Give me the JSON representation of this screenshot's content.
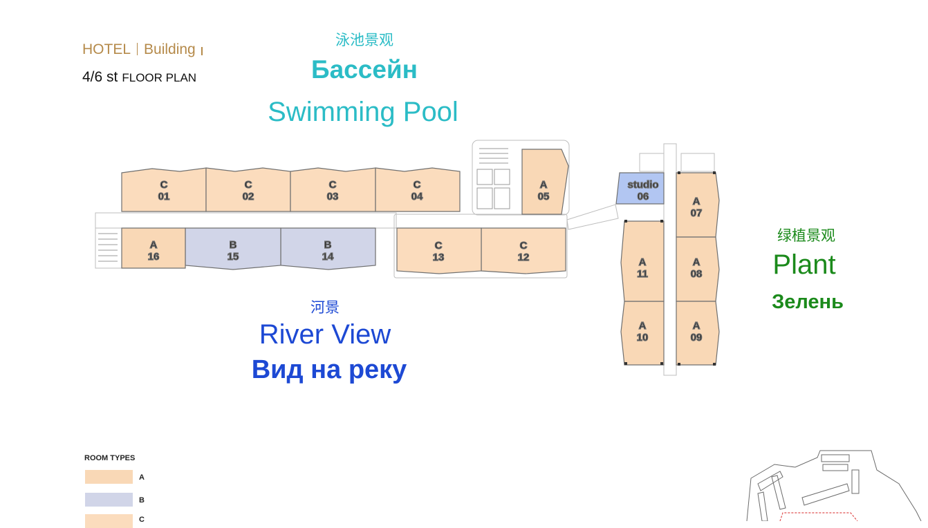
{
  "header": {
    "hotel": "HOTEL",
    "building": "Building",
    "floor_number": "4/6 st",
    "floor_plan": "FLOOR PLAN"
  },
  "views": {
    "pool": {
      "cn": "泳池景观",
      "ru": "Бассейн",
      "en": "Swimming Pool",
      "color": "#2bbcc6"
    },
    "river": {
      "cn": "河景",
      "en": "River View",
      "ru": "Вид на реку",
      "color": "#1d49d4"
    },
    "plant": {
      "cn": "绿植景观",
      "en": "Plant",
      "ru": "Зелень",
      "color": "#1b8a1b"
    }
  },
  "colors": {
    "type_A": "#f9d8b6",
    "type_B": "#d1d5e8",
    "type_C": "#fbdcbd",
    "studio": "#b2c6f2",
    "wall": "#7a7a7a"
  },
  "units": [
    {
      "type": "C",
      "number": "01"
    },
    {
      "type": "C",
      "number": "02"
    },
    {
      "type": "C",
      "number": "03"
    },
    {
      "type": "C",
      "number": "04"
    },
    {
      "type": "A",
      "number": "05"
    },
    {
      "type": "studio",
      "number": "06"
    },
    {
      "type": "A",
      "number": "07"
    },
    {
      "type": "A",
      "number": "08"
    },
    {
      "type": "A",
      "number": "09"
    },
    {
      "type": "A",
      "number": "10"
    },
    {
      "type": "A",
      "number": "11"
    },
    {
      "type": "C",
      "number": "12"
    },
    {
      "type": "C",
      "number": "13"
    },
    {
      "type": "B",
      "number": "14"
    },
    {
      "type": "B",
      "number": "15"
    },
    {
      "type": "A",
      "number": "16"
    }
  ],
  "legend": {
    "title": "ROOM TYPES",
    "items": [
      {
        "label": "A",
        "color": "#f9d8b6"
      },
      {
        "label": "B",
        "color": "#d1d5e8"
      },
      {
        "label": "C",
        "color": "#fbdcbd"
      }
    ]
  }
}
